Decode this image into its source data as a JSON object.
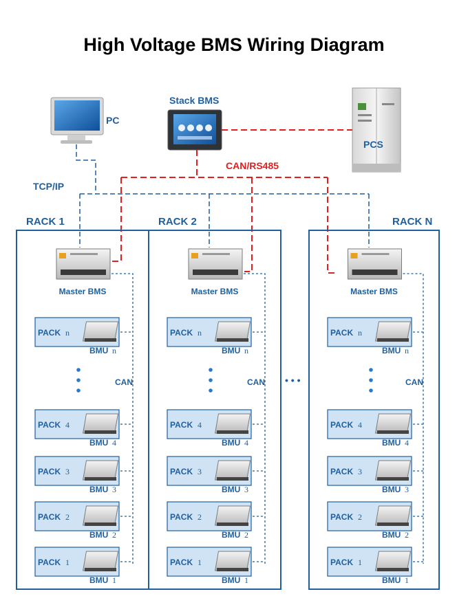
{
  "title": "High Voltage BMS Wiring Diagram",
  "pc_label": "PC",
  "stack_bms_label": "Stack BMS",
  "pcs_label": "PCS",
  "tcpip_label": "TCP/IP",
  "canrs485_label": "CAN/RS485",
  "master_bms_label": "Master BMS",
  "can_label": "CAN",
  "pack_word": "PACK",
  "bmu_word": "BMU",
  "rack_ellipsis": "• • •",
  "racks": [
    {
      "label": "RACK 1"
    },
    {
      "label": "RACK 2"
    },
    {
      "label": "RACK N"
    }
  ],
  "packs": [
    {
      "num": "n",
      "bmu": "n"
    },
    {
      "num": "4",
      "bmu": "4"
    },
    {
      "num": "3",
      "bmu": "3"
    },
    {
      "num": "2",
      "bmu": "2"
    },
    {
      "num": "1",
      "bmu": "1"
    }
  ],
  "colors": {
    "blue": "#1f5f9e",
    "red": "#e02020",
    "pack_fill": "#cfe3f5",
    "rack_border": "#1f5f9e"
  }
}
